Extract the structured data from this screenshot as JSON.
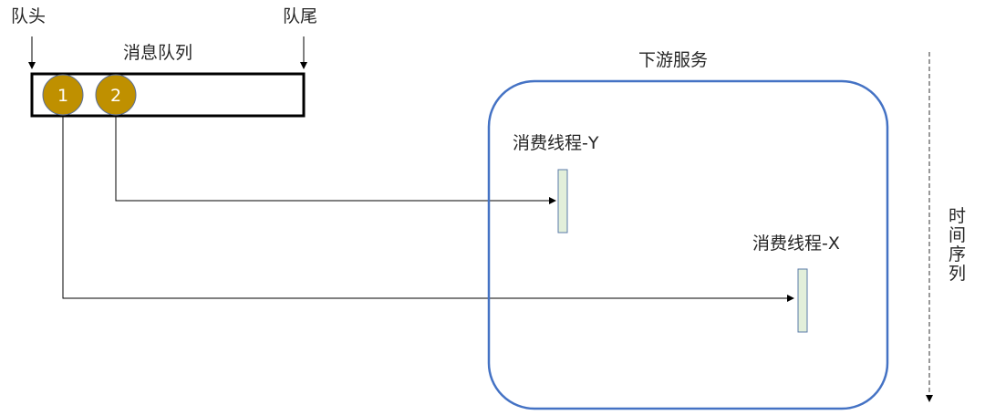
{
  "queue": {
    "head_label": "队头",
    "tail_label": "队尾",
    "title": "消息队列",
    "messages": [
      "1",
      "2"
    ],
    "message_color": "#BF9000"
  },
  "service": {
    "title": "下游服务",
    "border_color": "#4472C4",
    "threads": [
      {
        "label": "消费线程-Y",
        "receives": "2"
      },
      {
        "label": "消费线程-X",
        "receives": "1"
      }
    ]
  },
  "timeline": {
    "label_chars": [
      "时",
      "间",
      "序",
      "列"
    ]
  }
}
